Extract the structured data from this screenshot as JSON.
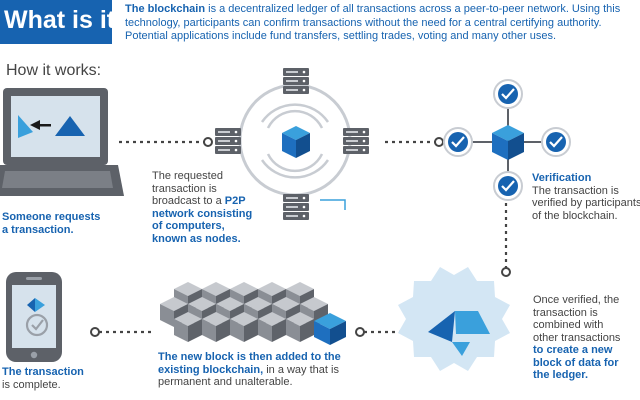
{
  "header": {
    "title": "What is it?",
    "intro_bold": "The blockchain",
    "intro_rest": " is a decentralized ledger of all transactions across a peer-to-peer network. Using this technology, participants can confirm transactions without the need for a central certifying authority. Potential applications include fund transfers, settling trades, voting and many other uses."
  },
  "section": {
    "how_it_works": "How it works:"
  },
  "steps": {
    "request": {
      "line1": "Someone requests",
      "line2": "a transaction."
    },
    "broadcast": {
      "l1": "The requested",
      "l2": "transaction is",
      "l3_pre": "broadcast to a ",
      "l3_bold": "P2P",
      "l4": "network consisting",
      "l5": "of computers,",
      "l6": "known as nodes."
    },
    "verification": {
      "title": "Verification",
      "l1": "The transaction is",
      "l2": "verified by participants",
      "l3": "of the blockchain."
    },
    "combined": {
      "l1": "Once verified, the",
      "l2": "transaction is",
      "l3": "combined with",
      "l4": "other transactions",
      "l5": "to create a new",
      "l6": "block of data for",
      "l7": "the ledger."
    },
    "added": {
      "l1": "The new block is then added to the",
      "l2": "existing blockchain,",
      "l2_rest": " in a way that is",
      "l3": "permanent and unalterable."
    },
    "complete": {
      "l1": "The transaction",
      "l2": "is complete."
    }
  },
  "colors": {
    "brand_blue": "#1763b0",
    "light_blue": "#3aa0dc",
    "gray": "#5d6168"
  },
  "icons": [
    "laptop-icon",
    "server-icon",
    "cube-icon",
    "check-icon",
    "phone-icon",
    "starburst-icon"
  ]
}
